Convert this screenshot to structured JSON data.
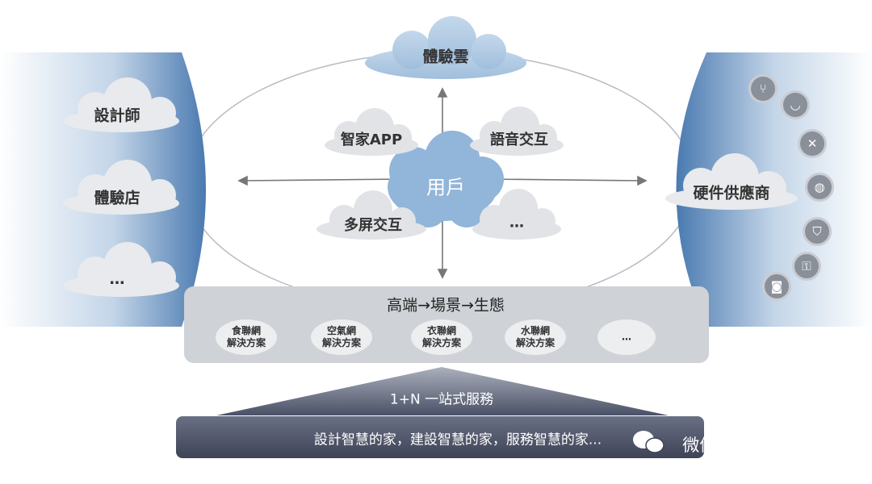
{
  "top_cloud": "體驗雲",
  "left_panel": {
    "items": [
      "設計師",
      "體驗店",
      "…"
    ]
  },
  "right_panel": {
    "item": "硬件供應商",
    "icons": [
      "utensils-icon",
      "cup-icon",
      "fan-icon",
      "water-drop-icon",
      "shield-icon",
      "key-icon",
      "camera-icon"
    ]
  },
  "center": {
    "user": "用戶",
    "nodes": [
      "智家APP",
      "語音交互",
      "多屏交互",
      "…"
    ]
  },
  "platform": {
    "title": "高端→場景→生態",
    "solutions": [
      {
        "line1": "食聯網",
        "line2": "解決方案"
      },
      {
        "line1": "空氣網",
        "line2": "解決方案"
      },
      {
        "line1": "衣聯網",
        "line2": "解決方案"
      },
      {
        "line1": "水聯網",
        "line2": "解決方案"
      },
      {
        "line1": "…",
        "line2": ""
      }
    ]
  },
  "base": {
    "pyramid_label": "1+N 一站式服務",
    "slogan": "設計智慧的家，建設智慧的家，服務智慧的家..."
  },
  "watermark": "微信号: touchweb",
  "colors": {
    "blue_dark": "#4a7ab0",
    "blue_light": "#a9c6e2",
    "cloud_gray": "#e1e3e6",
    "bar_gray": "#cfd2d6",
    "navy": "#4b5166"
  }
}
